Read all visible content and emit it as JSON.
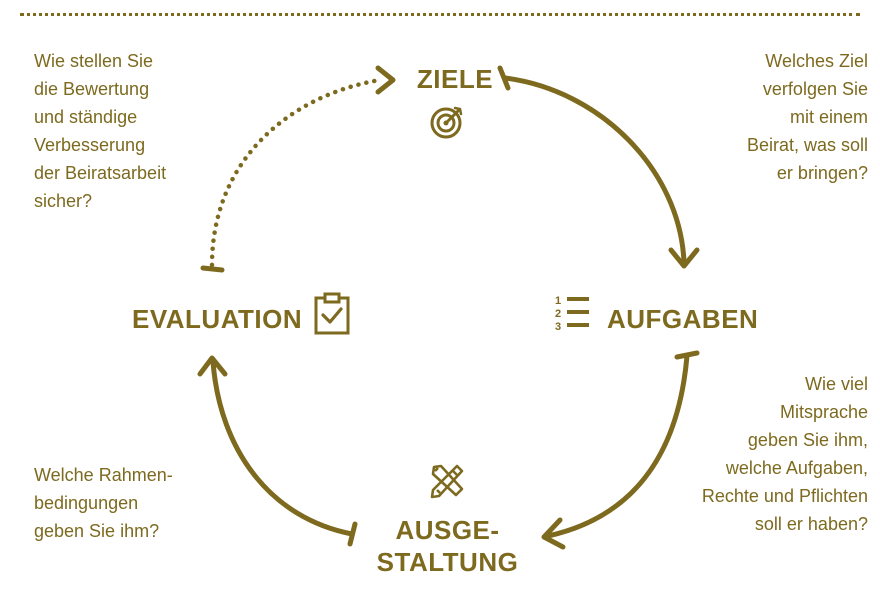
{
  "colors": {
    "primary": "#7d6a1f"
  },
  "stages": {
    "ziele": {
      "label": "ZIELE",
      "icon": "target-icon"
    },
    "aufgaben": {
      "label": "AUFGABEN",
      "icon": "numbered-list-icon",
      "icon_numbers": [
        "1",
        "2",
        "3"
      ]
    },
    "ausgestaltung": {
      "label": "AUSGE-\nSTALTUNG",
      "icon": "pencil-ruler-icon"
    },
    "evaluation": {
      "label": "EVALUATION",
      "icon": "clipboard-check-icon"
    }
  },
  "questions": {
    "top_left": "Wie stellen Sie\ndie Bewertung\nund ständige\nVerbesserung\nder Beiratsarbeit\nsicher?",
    "top_right": "Welches Ziel\nverfolgen Sie\nmit einem\nBeirat, was soll\ner bringen?",
    "bottom_right": "Wie viel\nMitsprache\ngeben Sie ihm,\nwelche Aufgaben,\nRechte und Pflichten\nsoll er haben?",
    "bottom_left": "Welche Rahmen-\nbedingungen\ngeben Sie ihm?"
  }
}
